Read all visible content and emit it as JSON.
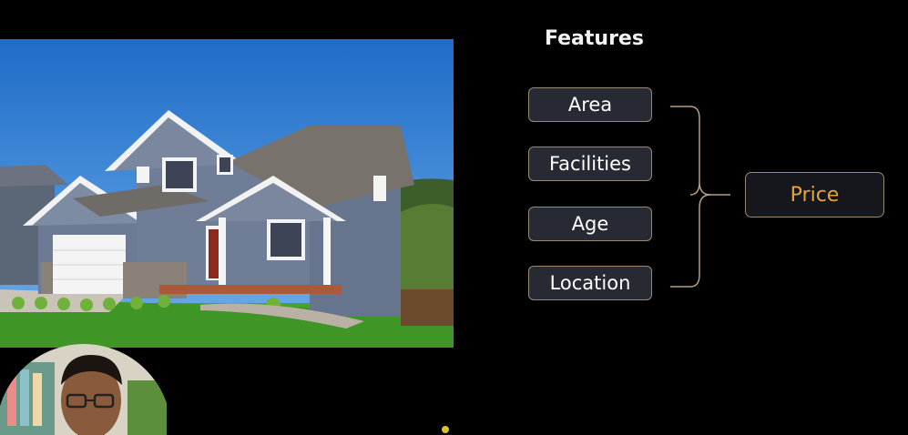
{
  "photo": {
    "subject": "house-photo"
  },
  "diagram": {
    "title": "Features",
    "features": [
      "Area",
      "Facilities",
      "Age",
      "Location"
    ],
    "target": "Price",
    "colors": {
      "box_border": "#9a8872",
      "box_fill": "#272a33",
      "target_text": "#e8a33a",
      "connector": "#b59e80"
    }
  },
  "presenter": {
    "video": "webcam-feed"
  }
}
